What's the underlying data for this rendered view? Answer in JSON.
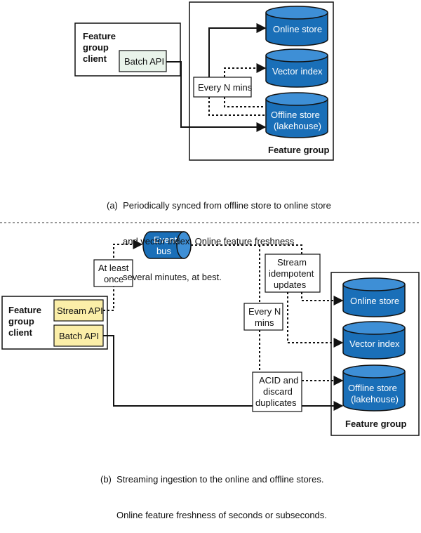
{
  "panel_a": {
    "client_label_lines": [
      "Feature",
      "group",
      "client"
    ],
    "batch_api": "Batch API",
    "every_n": "Every N mins",
    "online_store": "Online store",
    "vector_index": "Vector index",
    "offline_store_lines": [
      "Offline store",
      "(lakehouse)"
    ],
    "feature_group": "Feature group",
    "caption_lines": [
      "(a)  Periodically synced from offline store to online store",
      "and vector index. Online feature freshness",
      "several minutes, at best."
    ]
  },
  "panel_b": {
    "client_label_lines": [
      "Feature",
      "group",
      "client"
    ],
    "stream_api": "Stream API",
    "batch_api": "Batch API",
    "at_least_once_lines": [
      "At least",
      "once"
    ],
    "event_bus_lines": [
      "Event",
      "bus"
    ],
    "stream_idempotent_lines": [
      "Stream",
      "idempotent",
      "updates"
    ],
    "every_n_lines": [
      "Every N",
      "mins"
    ],
    "acid_lines": [
      "ACID and",
      "discard",
      "duplicates"
    ],
    "online_store": "Online store",
    "vector_index": "Vector index",
    "offline_store_lines": [
      "Offline store",
      "(lakehouse)"
    ],
    "feature_group": "Feature group",
    "caption_lines": [
      "(b)  Streaming ingestion to the online and offline stores.",
      "Online feature freshness of seconds or subseconds."
    ]
  },
  "colors": {
    "cylinder_fill": "#1a6fb8",
    "cylinder_top": "#3e8fd6",
    "api_fill": "#e9f3ea",
    "stream_fill": "#fbeea8",
    "line": "#111111"
  }
}
